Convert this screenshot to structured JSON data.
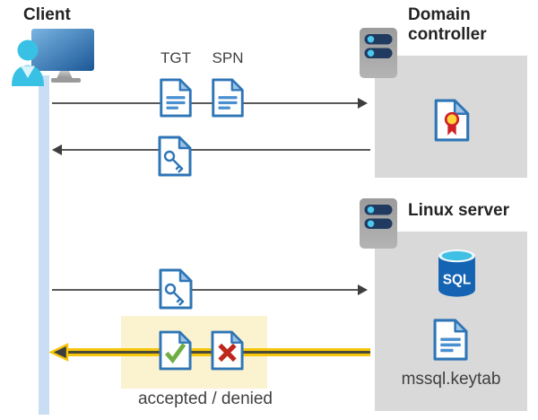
{
  "client": {
    "label": "Client"
  },
  "domain_controller": {
    "label": "Domain controller"
  },
  "linux_server": {
    "label": "Linux server"
  },
  "tickets": {
    "tgt_label": "TGT",
    "spn_label": "SPN"
  },
  "sql": {
    "label": "SQL"
  },
  "keytab": {
    "label": "mssql.keytab"
  },
  "result": {
    "label": "accepted / denied"
  },
  "icons": {
    "client": "user-at-monitor-icon",
    "servers": "server-icon",
    "documents": "document-icon",
    "key": "key-document-icon",
    "certificate": "certificate-document-icon",
    "database": "sql-database-icon",
    "accepted": "check-document-icon",
    "denied": "cross-document-icon"
  },
  "colors": {
    "box_gray": "#d9d9d9",
    "highlight_cream": "#fbf3cf",
    "timeline_blue": "#c9def5",
    "arrow_gray": "#595959",
    "accent_yellow": "#f5c60a",
    "doc_blue": "#2e75b6",
    "doc_fold_blue": "#9dc3e6",
    "check_green": "#6fae44",
    "cross_red": "#bf271c",
    "sql_body_blue": "#1464b3",
    "sql_top_cyan": "#3fc0e4",
    "server_pill_navy": "#213a60",
    "server_dot_cyan": "#4cc9ee",
    "cert_ribbon_red": "#cf2027",
    "cert_seal_yellow": "#ffd43a"
  }
}
